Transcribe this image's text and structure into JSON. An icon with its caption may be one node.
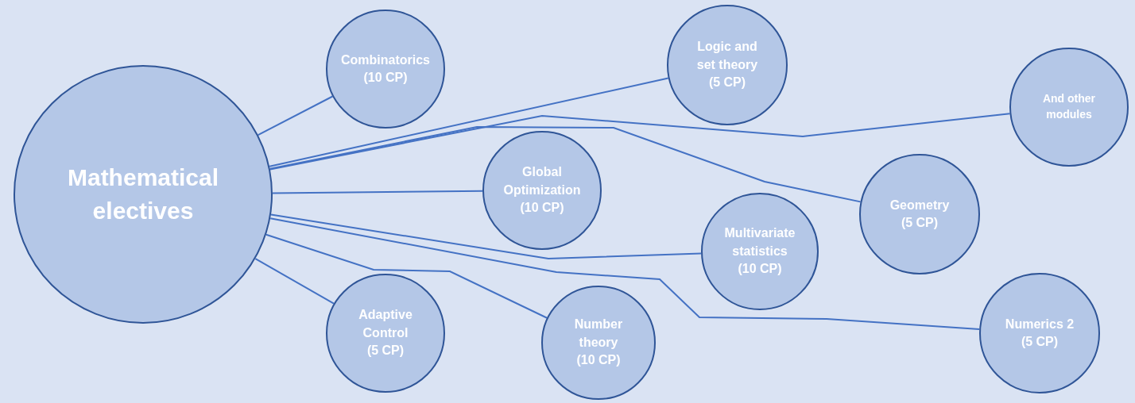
{
  "diagram": {
    "nodes": [
      {
        "text": [
          "Mathematical electives"
        ]
      },
      {
        "text": [
          "Combinatorics (10 CP)"
        ]
      },
      {
        "text": [
          "Logic and set theory (5 CP)"
        ]
      },
      {
        "text": [
          "And other modules"
        ]
      },
      {
        "text": [
          "Global Optimization (10 CP)"
        ]
      },
      {
        "text": [
          "Geometry (5 CP)"
        ]
      },
      {
        "text": [
          "Multivariate statistics (10 CP)"
        ]
      },
      {
        "text": [
          "Adaptive Control (5 CP)"
        ]
      },
      {
        "text": [
          "Number theory (10 CP)"
        ]
      },
      {
        "text": [
          "Numerics 2 (5 CP)"
        ]
      }
    ],
    "edges": [
      {
        "from": 0,
        "to": 1,
        "arrow": "none"
      },
      {
        "from": 0,
        "to": 2,
        "arrow": "none"
      },
      {
        "from": 0,
        "to": 3,
        "arrow": "none"
      },
      {
        "from": 0,
        "to": 4,
        "arrow": "none"
      },
      {
        "from": 0,
        "to": 5,
        "arrow": "none"
      },
      {
        "from": 0,
        "to": 6,
        "arrow": "none"
      },
      {
        "from": 0,
        "to": 9,
        "arrow": "none"
      },
      {
        "from": 0,
        "to": 8,
        "arrow": "none"
      },
      {
        "from": 0,
        "to": 7,
        "arrow": "none"
      }
    ]
  }
}
